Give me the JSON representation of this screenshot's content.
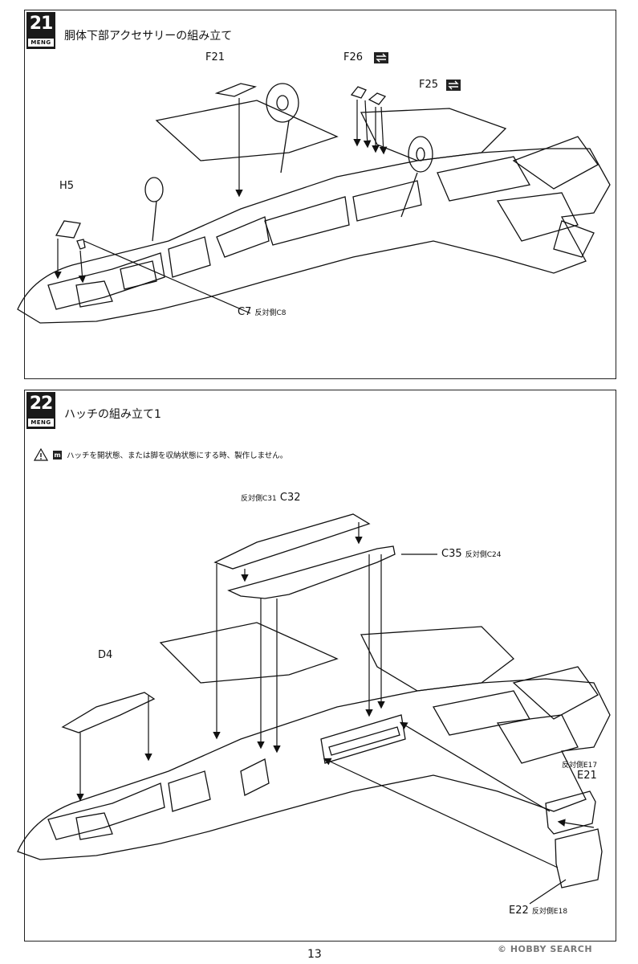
{
  "page_number": "13",
  "watermark": "© HOBBY SEARCH",
  "steps": [
    {
      "number": "21",
      "brand": "MENG",
      "title": "胴体下部アクセサリーの組み立て",
      "parts": {
        "f21": "F21",
        "f26": "F26",
        "f25": "F25",
        "h5": "H5",
        "c7": "C7",
        "c7_opposite": "反対側C8"
      }
    },
    {
      "number": "22",
      "brand": "MENG",
      "title": "ハッチの組み立て1",
      "warning": "ハッチを開状態、または脚を収納状態にする時、製作しません。",
      "parts": {
        "c32_opposite": "反対側C31",
        "c32": "C32",
        "c35": "C35",
        "c35_opposite": "反対側C24",
        "d4": "D4",
        "e21_opposite": "反対側E17",
        "e21": "E21",
        "e22": "E22",
        "e22_opposite": "反対側E18"
      }
    }
  ],
  "icons": [
    "swap-side-icon",
    "warning-triangle-icon",
    "manual-mark-icon"
  ]
}
